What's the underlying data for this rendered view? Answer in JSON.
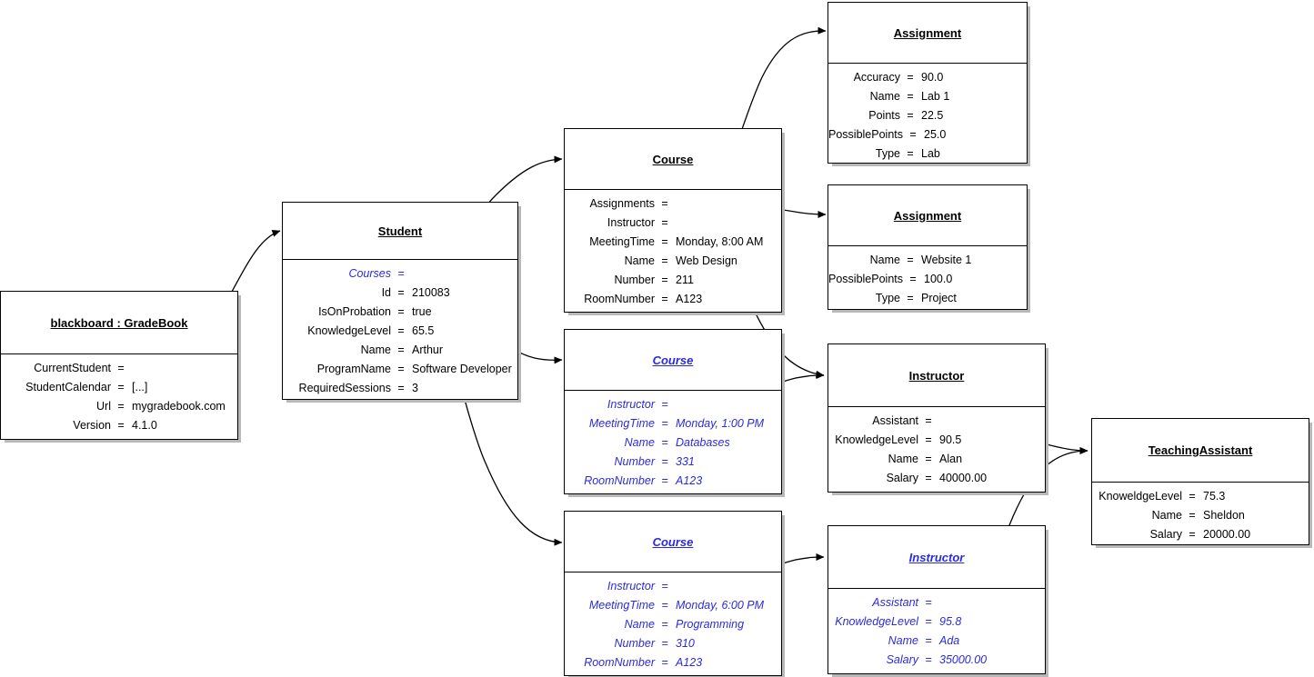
{
  "diagram": {
    "type": "uml-object-diagram",
    "title": "GradeBook object diagram",
    "colors": {
      "stroke": "#000000",
      "text": "#000000",
      "highlight": "#2a2ae0",
      "shadow": "#b8b8b8",
      "background": "#ffffff"
    },
    "assign_symbol": "="
  },
  "objects": [
    {
      "id": "gradebook",
      "name": "blackboard : GradeBook",
      "highlight": false,
      "slots": [
        {
          "key": "CurrentStudent",
          "value": "",
          "link": true
        },
        {
          "key": "StudentCalendar",
          "value": "[...]",
          "link": false
        },
        {
          "key": "Url",
          "value": "mygradebook.com",
          "link": false
        },
        {
          "key": "Version",
          "value": "4.1.0",
          "link": false
        }
      ]
    },
    {
      "id": "student",
      "name": "Student",
      "highlight": false,
      "slots": [
        {
          "key": "Courses",
          "value": "",
          "link": true,
          "highlight": true
        },
        {
          "key": "Id",
          "value": "210083",
          "link": false
        },
        {
          "key": "IsOnProbation",
          "value": "true",
          "link": false
        },
        {
          "key": "KnowledgeLevel",
          "value": "65.5",
          "link": false
        },
        {
          "key": "Name",
          "value": "Arthur",
          "link": false
        },
        {
          "key": "ProgramName",
          "value": "Software Developer",
          "link": false
        },
        {
          "key": "RequiredSessions",
          "value": "3",
          "link": false
        }
      ]
    },
    {
      "id": "course1",
      "name": "Course",
      "highlight": false,
      "slots": [
        {
          "key": "Assignments",
          "value": "",
          "link": true
        },
        {
          "key": "Instructor",
          "value": "",
          "link": true
        },
        {
          "key": "MeetingTime",
          "value": "Monday, 8:00 AM",
          "link": false
        },
        {
          "key": "Name",
          "value": "Web Design",
          "link": false
        },
        {
          "key": "Number",
          "value": "211",
          "link": false
        },
        {
          "key": "RoomNumber",
          "value": "A123",
          "link": false
        }
      ]
    },
    {
      "id": "course2",
      "name": "Course",
      "highlight": true,
      "slots": [
        {
          "key": "Instructor",
          "value": "",
          "link": true
        },
        {
          "key": "MeetingTime",
          "value": "Monday, 1:00 PM",
          "link": false
        },
        {
          "key": "Name",
          "value": "Databases",
          "link": false
        },
        {
          "key": "Number",
          "value": "331",
          "link": false
        },
        {
          "key": "RoomNumber",
          "value": "A123",
          "link": false
        }
      ]
    },
    {
      "id": "course3",
      "name": "Course",
      "highlight": true,
      "slots": [
        {
          "key": "Instructor",
          "value": "",
          "link": true
        },
        {
          "key": "MeetingTime",
          "value": "Monday, 6:00 PM",
          "link": false
        },
        {
          "key": "Name",
          "value": "Programming",
          "link": false
        },
        {
          "key": "Number",
          "value": "310",
          "link": false
        },
        {
          "key": "RoomNumber",
          "value": "A123",
          "link": false
        }
      ]
    },
    {
      "id": "assignment1",
      "name": "Assignment",
      "highlight": false,
      "slots": [
        {
          "key": "Accuracy",
          "value": "90.0",
          "link": false
        },
        {
          "key": "Name",
          "value": "Lab 1",
          "link": false
        },
        {
          "key": "Points",
          "value": "22.5",
          "link": false
        },
        {
          "key": "PossiblePoints",
          "value": "25.0",
          "link": false
        },
        {
          "key": "Type",
          "value": "Lab",
          "link": false
        }
      ]
    },
    {
      "id": "assignment2",
      "name": "Assignment",
      "highlight": false,
      "slots": [
        {
          "key": "Name",
          "value": "Website 1",
          "link": false
        },
        {
          "key": "PossiblePoints",
          "value": "100.0",
          "link": false
        },
        {
          "key": "Type",
          "value": "Project",
          "link": false
        }
      ]
    },
    {
      "id": "instructor1",
      "name": "Instructor",
      "highlight": false,
      "slots": [
        {
          "key": "Assistant",
          "value": "",
          "link": true
        },
        {
          "key": "KnowledgeLevel",
          "value": "90.5",
          "link": false
        },
        {
          "key": "Name",
          "value": "Alan",
          "link": false
        },
        {
          "key": "Salary",
          "value": "40000.00",
          "link": false
        }
      ]
    },
    {
      "id": "instructor2",
      "name": "Instructor",
      "highlight": true,
      "slots": [
        {
          "key": "Assistant",
          "value": "",
          "link": true
        },
        {
          "key": "KnowledgeLevel",
          "value": "95.8",
          "link": false
        },
        {
          "key": "Name",
          "value": "Ada",
          "link": false
        },
        {
          "key": "Salary",
          "value": "35000.00",
          "link": false
        }
      ]
    },
    {
      "id": "teachingassistant",
      "name": "TeachingAssistant",
      "highlight": false,
      "slots": [
        {
          "key": "KnoweldgeLevel",
          "value": "75.3",
          "link": false
        },
        {
          "key": "Name",
          "value": "Sheldon",
          "link": false
        },
        {
          "key": "Salary",
          "value": "20000.00",
          "link": false
        }
      ]
    }
  ],
  "links": [
    {
      "from": "gradebook.CurrentStudent",
      "to": "student"
    },
    {
      "from": "student.Courses",
      "to": "course1"
    },
    {
      "from": "student.Courses",
      "to": "course2"
    },
    {
      "from": "student.Courses",
      "to": "course3"
    },
    {
      "from": "course1.Assignments",
      "to": "assignment1"
    },
    {
      "from": "course1.Assignments",
      "to": "assignment2"
    },
    {
      "from": "course1.Instructor",
      "to": "instructor1"
    },
    {
      "from": "course2.Instructor",
      "to": "instructor1"
    },
    {
      "from": "course3.Instructor",
      "to": "instructor2"
    },
    {
      "from": "instructor1.Assistant",
      "to": "teachingassistant"
    },
    {
      "from": "instructor2.Assistant",
      "to": "teachingassistant"
    }
  ]
}
